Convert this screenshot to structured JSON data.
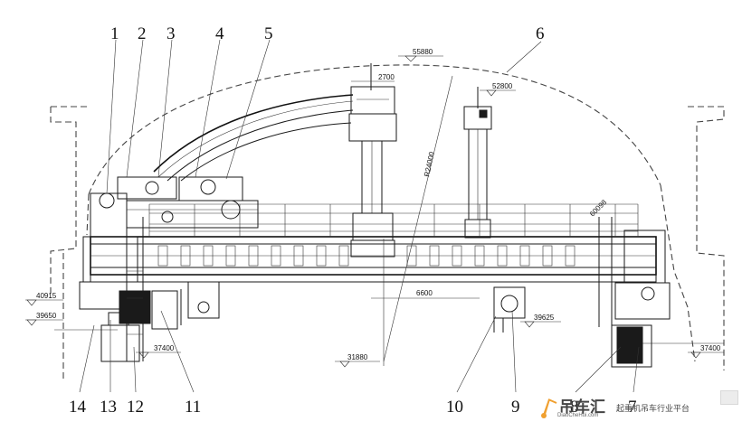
{
  "diagram": {
    "callouts": [
      "1",
      "2",
      "3",
      "4",
      "5",
      "6",
      "7",
      "8",
      "9",
      "10",
      "11",
      "12",
      "13",
      "14"
    ],
    "dimensions": {
      "elev_55880": "55880",
      "elev_52800": "52800",
      "width_2700": "2700",
      "radius_r24000": "R24000",
      "width_6600": "6600",
      "diag_60098": "60098",
      "elev_40915": "40915",
      "elev_39650": "39650",
      "elev_39625": "39625",
      "elev_37400_left": "37400",
      "elev_37400_right": "37400",
      "elev_31880": "31880"
    }
  },
  "watermark": {
    "brand": "吊车汇",
    "url": "DiaoCheHui.com",
    "slogan": "起重机吊车行业平台"
  }
}
